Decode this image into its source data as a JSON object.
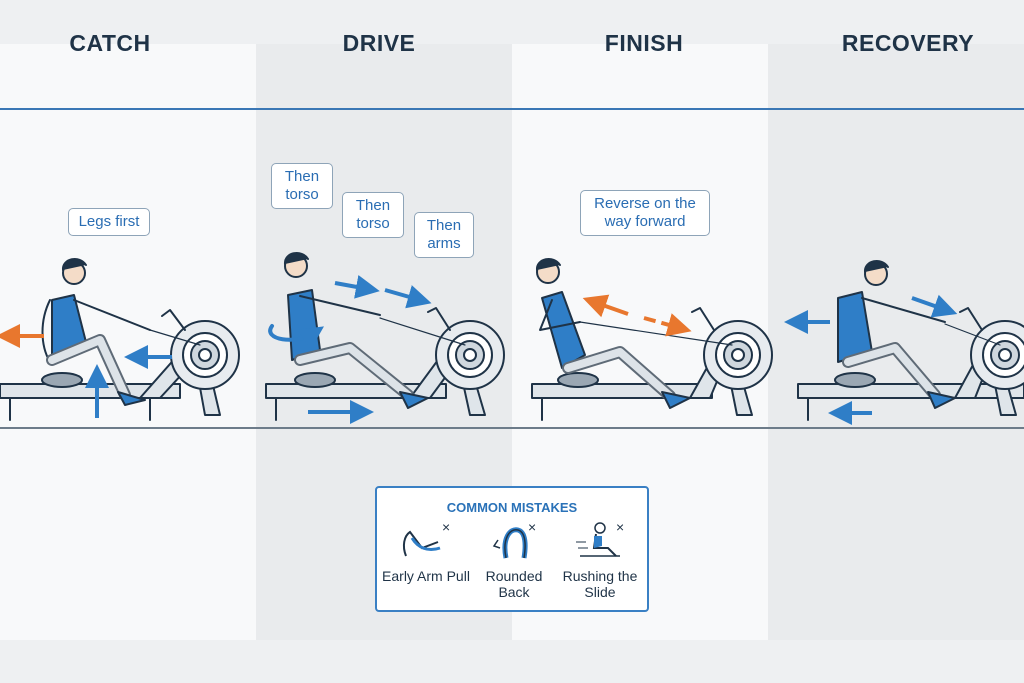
{
  "phases": [
    {
      "title": "CATCH"
    },
    {
      "title": "DRIVE"
    },
    {
      "title": "FINISH"
    },
    {
      "title": "RECOVERY"
    }
  ],
  "bubbles": {
    "catch_legs": "Legs first",
    "drive_torso_1": "Then torso",
    "drive_torso_2": "Then torso",
    "drive_arms": "Then arms",
    "finish_reverse": "Reverse on the way forward"
  },
  "mistakes": {
    "title": "COMMON MISTAKES",
    "items": [
      {
        "label": "Early Arm Pull",
        "icon": "early-arm-pull-icon"
      },
      {
        "label": "Rounded Back",
        "icon": "rounded-back-icon"
      },
      {
        "label": "Rushing the Slide",
        "icon": "rushing-slide-icon"
      }
    ]
  },
  "colors": {
    "accent_blue": "#2f7ec7",
    "accent_orange": "#e8772e",
    "outline": "#1f3347"
  }
}
